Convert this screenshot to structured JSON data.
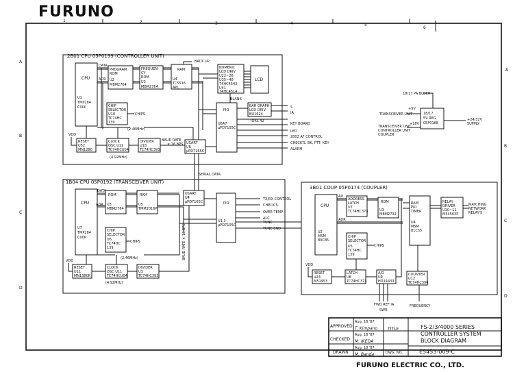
{
  "logo": "FURUNO",
  "grid": {
    "cols": [
      "1",
      "2",
      "3",
      "4",
      "5",
      "6"
    ],
    "rows": [
      "A",
      "B",
      "C",
      "D"
    ]
  },
  "controller": {
    "title": "2B01 CPU 05P0199 (CONTROLLER UNIT)",
    "cpu": "CPU",
    "u1": [
      "U1",
      "TMP284",
      "C00P"
    ],
    "data": "DATA",
    "adr": "ADR",
    "prog": [
      "PROGRAM",
      "ROM",
      "U2",
      "MBM2764"
    ],
    "freq": [
      "FREQUEN-",
      "CY",
      "ROM",
      "U3",
      "MBM2764"
    ],
    "ram": [
      "RAM",
      "U4",
      "TC5516",
      "APL"
    ],
    "numeric": [
      "NUMERIC",
      "LCD DRIV",
      "U22~26,",
      "U35~40",
      "74HC4543",
      "U41",
      "74HC4514"
    ],
    "lcd": "LCD",
    "backup": "BACK UP",
    "blank": "BLANK",
    "chip": [
      "CHIP",
      "SELECTOR",
      "U10",
      "TC74HC",
      "139"
    ],
    "chips": "CHIPS",
    "clk": "(2.46MHz)",
    "vdd": "VDD",
    "reset": [
      "RESET",
      "U52",
      "MN1280"
    ],
    "clock": [
      "CLOCK",
      "OSC U11",
      "TC74HCU04"
    ],
    "div": [
      "DIVIDER",
      "U18",
      "TC74HC393"
    ],
    "mhz": "(4.92MHz)",
    "baud": "BAUD RATE",
    "baudsub": "× 16 BPS",
    "usart": [
      "USART",
      "U6",
      "μPD7165C"
    ],
    "pio": [
      "PIO",
      "U6A7",
      "μPD7105C"
    ],
    "bargraph": [
      "BAR GRAPH",
      "LCD DRIV",
      "BU1624"
    ],
    "iorl": "IORL 42",
    "sig": [
      "S",
      "IA",
      "KEY BOARD",
      "LED",
      "2802 AF CONTROL",
      "CHECK'S, BK, PTT, KEY",
      "ALARM"
    ]
  },
  "power": {
    "block": "18/17 PA BLOCK",
    "tu": "TRANSCEIVER UNIT",
    "tu2": [
      "TRANSCEIVER UNIT",
      "CONTROLLER UNIT",
      "COUPLER"
    ],
    "v5": "+5V",
    "v18": "+18V",
    "reg": [
      "18/17",
      "5V REG",
      "05P0188"
    ],
    "supply": [
      "+24/32V",
      "SUPPLY"
    ]
  },
  "serial": "SERIAL DATA",
  "transceiver": {
    "title": "1B04 CPU 05P0192 (TRANSCEIVER UNIT)",
    "cpu": "CPU",
    "u7": [
      "U7",
      "TMP284",
      "C00P"
    ],
    "data": "DATA",
    "adr": "ADR",
    "rom": [
      "ROM",
      "U3",
      "MBM2764"
    ],
    "ram": [
      "RAM",
      "U5",
      "TMM2016P"
    ],
    "usart": [
      "USART",
      "U4",
      "μPD7165C"
    ],
    "pio": "PIO",
    "u13": [
      "U1,3",
      "μPD7105C"
    ],
    "chip": [
      "CHIP",
      "SELECTOR",
      "U6",
      "TC74HC",
      "139"
    ],
    "chips": "CHIPS",
    "clk": "(2.46MHz)",
    "vdd": "VDD",
    "reset": [
      "RESET",
      "U11",
      "MN1380R"
    ],
    "clock": [
      "CLOCK",
      "OSC U11",
      "TC74HCU04"
    ],
    "div": [
      "DIVIDER",
      "U3",
      "TC74HC393"
    ],
    "mhz": "(4.92MHz)",
    "baud": "BAUD RATE × 16 BPS",
    "sig": [
      "TX/RX CONTROL",
      "CHECK'S",
      "OVER TEMP",
      "ALC",
      "TUNE",
      "TUNE END"
    ]
  },
  "coupler": {
    "title": "3B01 COUP 05P0174 (COUPLER)",
    "cpu": "CPU",
    "u2": [
      "U2",
      "MSM",
      "80C85"
    ],
    "ad": "AD",
    "adr": "ADR",
    "addr": [
      "ADDRESS",
      "LATCH",
      "U7",
      "TC74HC373"
    ],
    "rom": [
      "ROM",
      "U3",
      "MBM2732"
    ],
    "ram": [
      "RAM",
      "PIO",
      "TIMER",
      "U4",
      "MSM",
      "81C55"
    ],
    "relay": [
      "RELAY",
      "DRIVER",
      "U10~11",
      "M54563P"
    ],
    "match": [
      "MATCHING",
      "NETWORK",
      "RELAY'S"
    ],
    "chip": [
      "CHIP",
      "SELECTOR",
      "U5",
      "TC74HC",
      "139"
    ],
    "chips": "CHIPS",
    "vdd": "VDD",
    "reset": [
      "RESET",
      "U24",
      "M51953"
    ],
    "latch": [
      "LATCH",
      "U8",
      "TC74HC373"
    ],
    "ad2": [
      "A/D",
      "U9",
      "HD14433"
    ],
    "counter": [
      "COUNTER",
      "U12",
      "TC74HC390"
    ],
    "fwd": "FWD REF IA",
    "swr": "SWR",
    "freq": "FREQUENCY"
  },
  "titleblock": {
    "approved_label": "APPROVED",
    "checked_label": "CHECKED",
    "drawn_label": "DRAWN",
    "date1": "Aug. 18 '87",
    "date2": "Aug. 18 '87",
    "date3": "Aug. 18 '87",
    "sig1": "T. Kimpano",
    "sig2": "M. IKEDA",
    "sig3": "M. Banda",
    "title_label": "TITLE",
    "dwg_label": "DWG. NO.",
    "title": [
      "FS-2/3/4000 SERIES",
      "CONTROLLER SYSTEM",
      "BLOCK DIAGRAM"
    ],
    "dwgno": "E5453-009-C",
    "company": "FURUNO ELECTRIC CO., LTD."
  }
}
